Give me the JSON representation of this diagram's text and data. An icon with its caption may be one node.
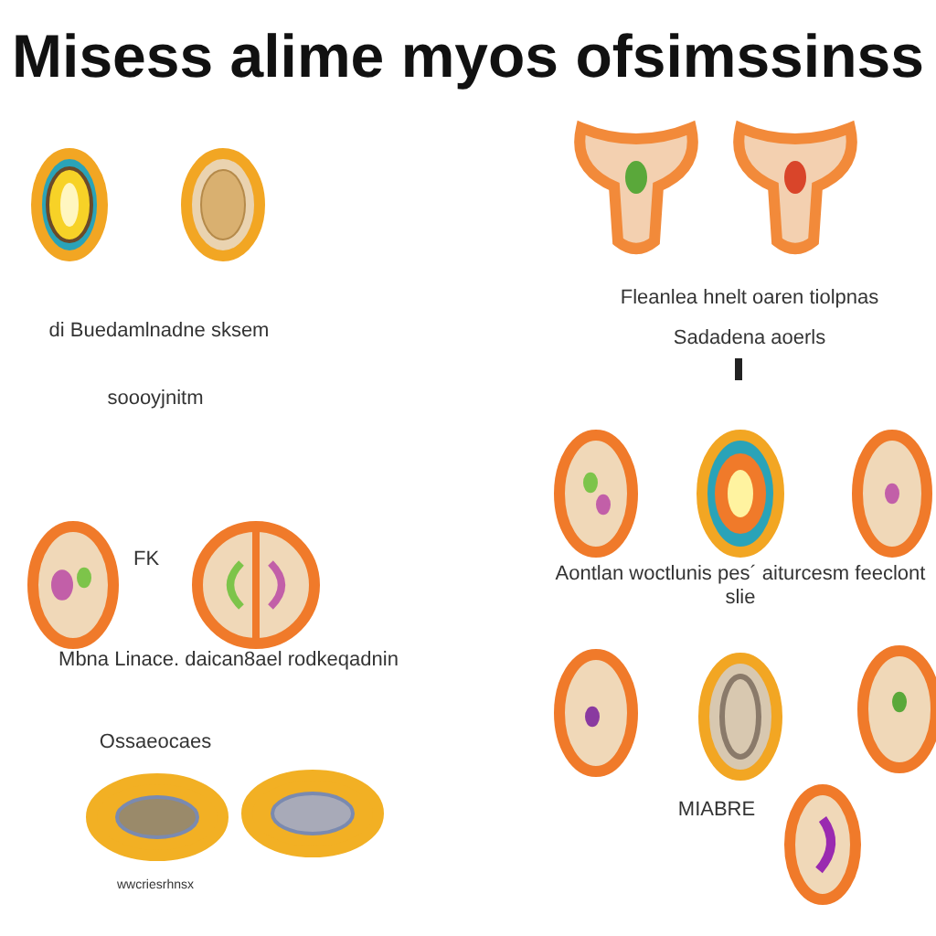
{
  "diagram": {
    "title": "Misess alime myos ofsimssinss",
    "labels": [
      "Fleanlea hnelt oaren tiolpnas",
      "di Buedamlnadne sksem",
      "Sadadena aoerls",
      "soooyjnitm",
      "FK",
      "Aontlan woctlunis pes´ aiturcesm feeclont slie",
      "Mbna Linace. daican8ael rodkeqadnin",
      "Ossaeocaes",
      "MIABRE",
      "wwcriesrhnsx"
    ]
  }
}
